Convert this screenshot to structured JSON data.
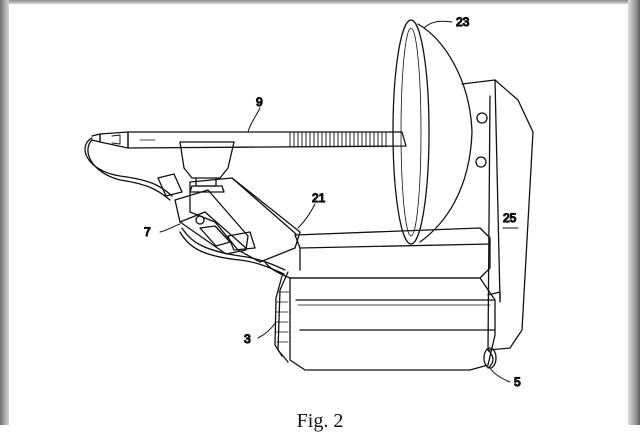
{
  "figure": {
    "caption": "Fig. 2",
    "labels": {
      "bowl": "23",
      "handle": "9",
      "arm": "21",
      "housing_panel": "25",
      "connector": "7",
      "side_controls": "3",
      "base": "5"
    }
  }
}
